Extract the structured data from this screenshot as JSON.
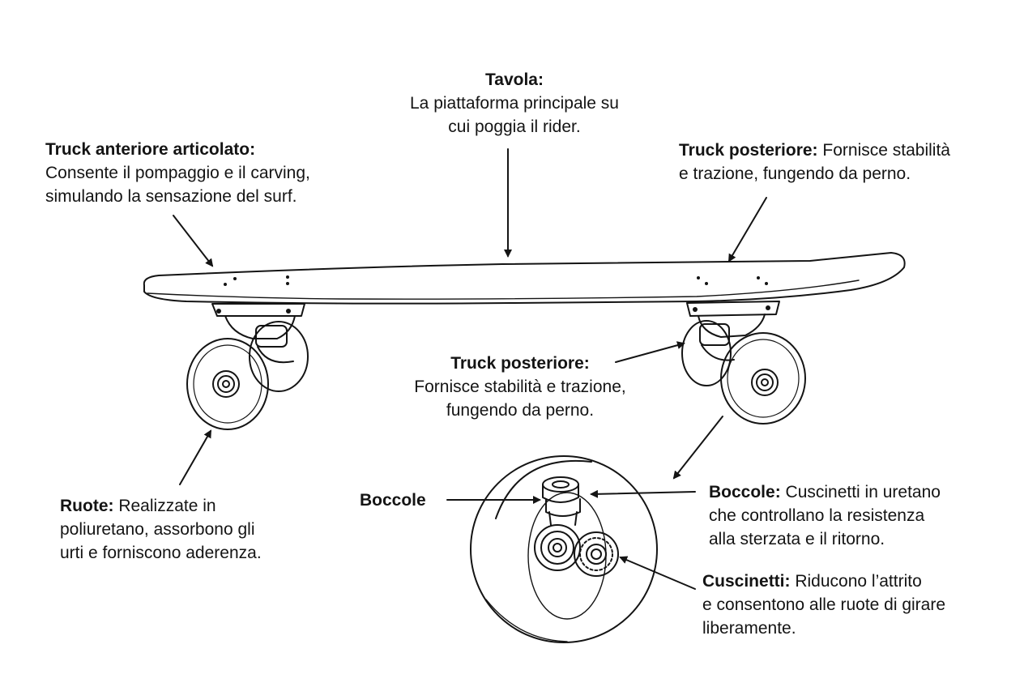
{
  "labels": {
    "tavola": {
      "title": "Tavola:",
      "line1": "La piattaforma principale su",
      "line2": "cui poggia il rider."
    },
    "truck_anteriore": {
      "title": "Truck anteriore articolato:",
      "line1": "Consente il pompaggio e il carving,",
      "line2": "simulando la sensazione del surf."
    },
    "truck_posteriore_top": {
      "title": "Truck posteriore:",
      "line1_rest": " Fornisce stabilità",
      "line2": "e trazione, fungendo da perno."
    },
    "truck_posteriore_mid": {
      "title": "Truck posteriore:",
      "line1": "Fornisce stabilità e trazione,",
      "line2": "fungendo da perno."
    },
    "ruote": {
      "title": "Ruote:",
      "line1_rest": " Realizzate in",
      "line2": "poliuretano, assorbono gli",
      "line3": "urti e forniscono aderenza."
    },
    "boccole_left": {
      "title": "Boccole"
    },
    "boccole_right": {
      "title": "Boccole:",
      "line1_rest": " Cuscinetti in uretano",
      "line2": "che controllano la resistenza",
      "line3": "alla sterzata e il ritorno."
    },
    "cuscinetti": {
      "title": "Cuscinetti:",
      "line1_rest": " Riducono l’attrito",
      "line2": "e consentono alle ruote di girare",
      "line3": "liberamente."
    }
  },
  "colors": {
    "ink": "#141414",
    "background": "#ffffff"
  }
}
